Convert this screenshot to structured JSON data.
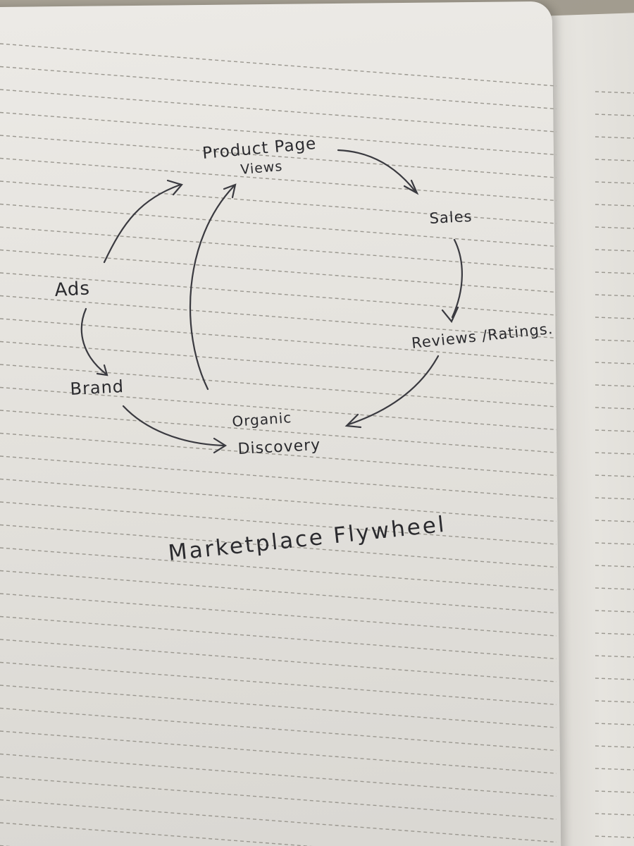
{
  "diagram": {
    "title": "Marketplace Flywheel",
    "nodes": {
      "product_page_views_line1": "Product Page",
      "product_page_views_line2": "Views",
      "sales": "Sales",
      "reviews_ratings": "Reviews /Ratings.",
      "organic_discovery_line1": "Organic",
      "organic_discovery_line2": "Discovery",
      "brand": "Brand",
      "ads": "Ads"
    },
    "edges": [
      {
        "from": "Product Page Views",
        "to": "Sales"
      },
      {
        "from": "Sales",
        "to": "Reviews /Ratings."
      },
      {
        "from": "Reviews /Ratings.",
        "to": "Organic Discovery"
      },
      {
        "from": "Organic Discovery",
        "to": "Product Page Views"
      },
      {
        "from": "Ads",
        "to": "Product Page Views"
      },
      {
        "from": "Ads",
        "to": "Brand"
      },
      {
        "from": "Brand",
        "to": "Organic Discovery"
      }
    ]
  },
  "colors": {
    "ink": "#2a2a2e",
    "paper": "#e8e6e1",
    "rule": "#9a978f"
  }
}
